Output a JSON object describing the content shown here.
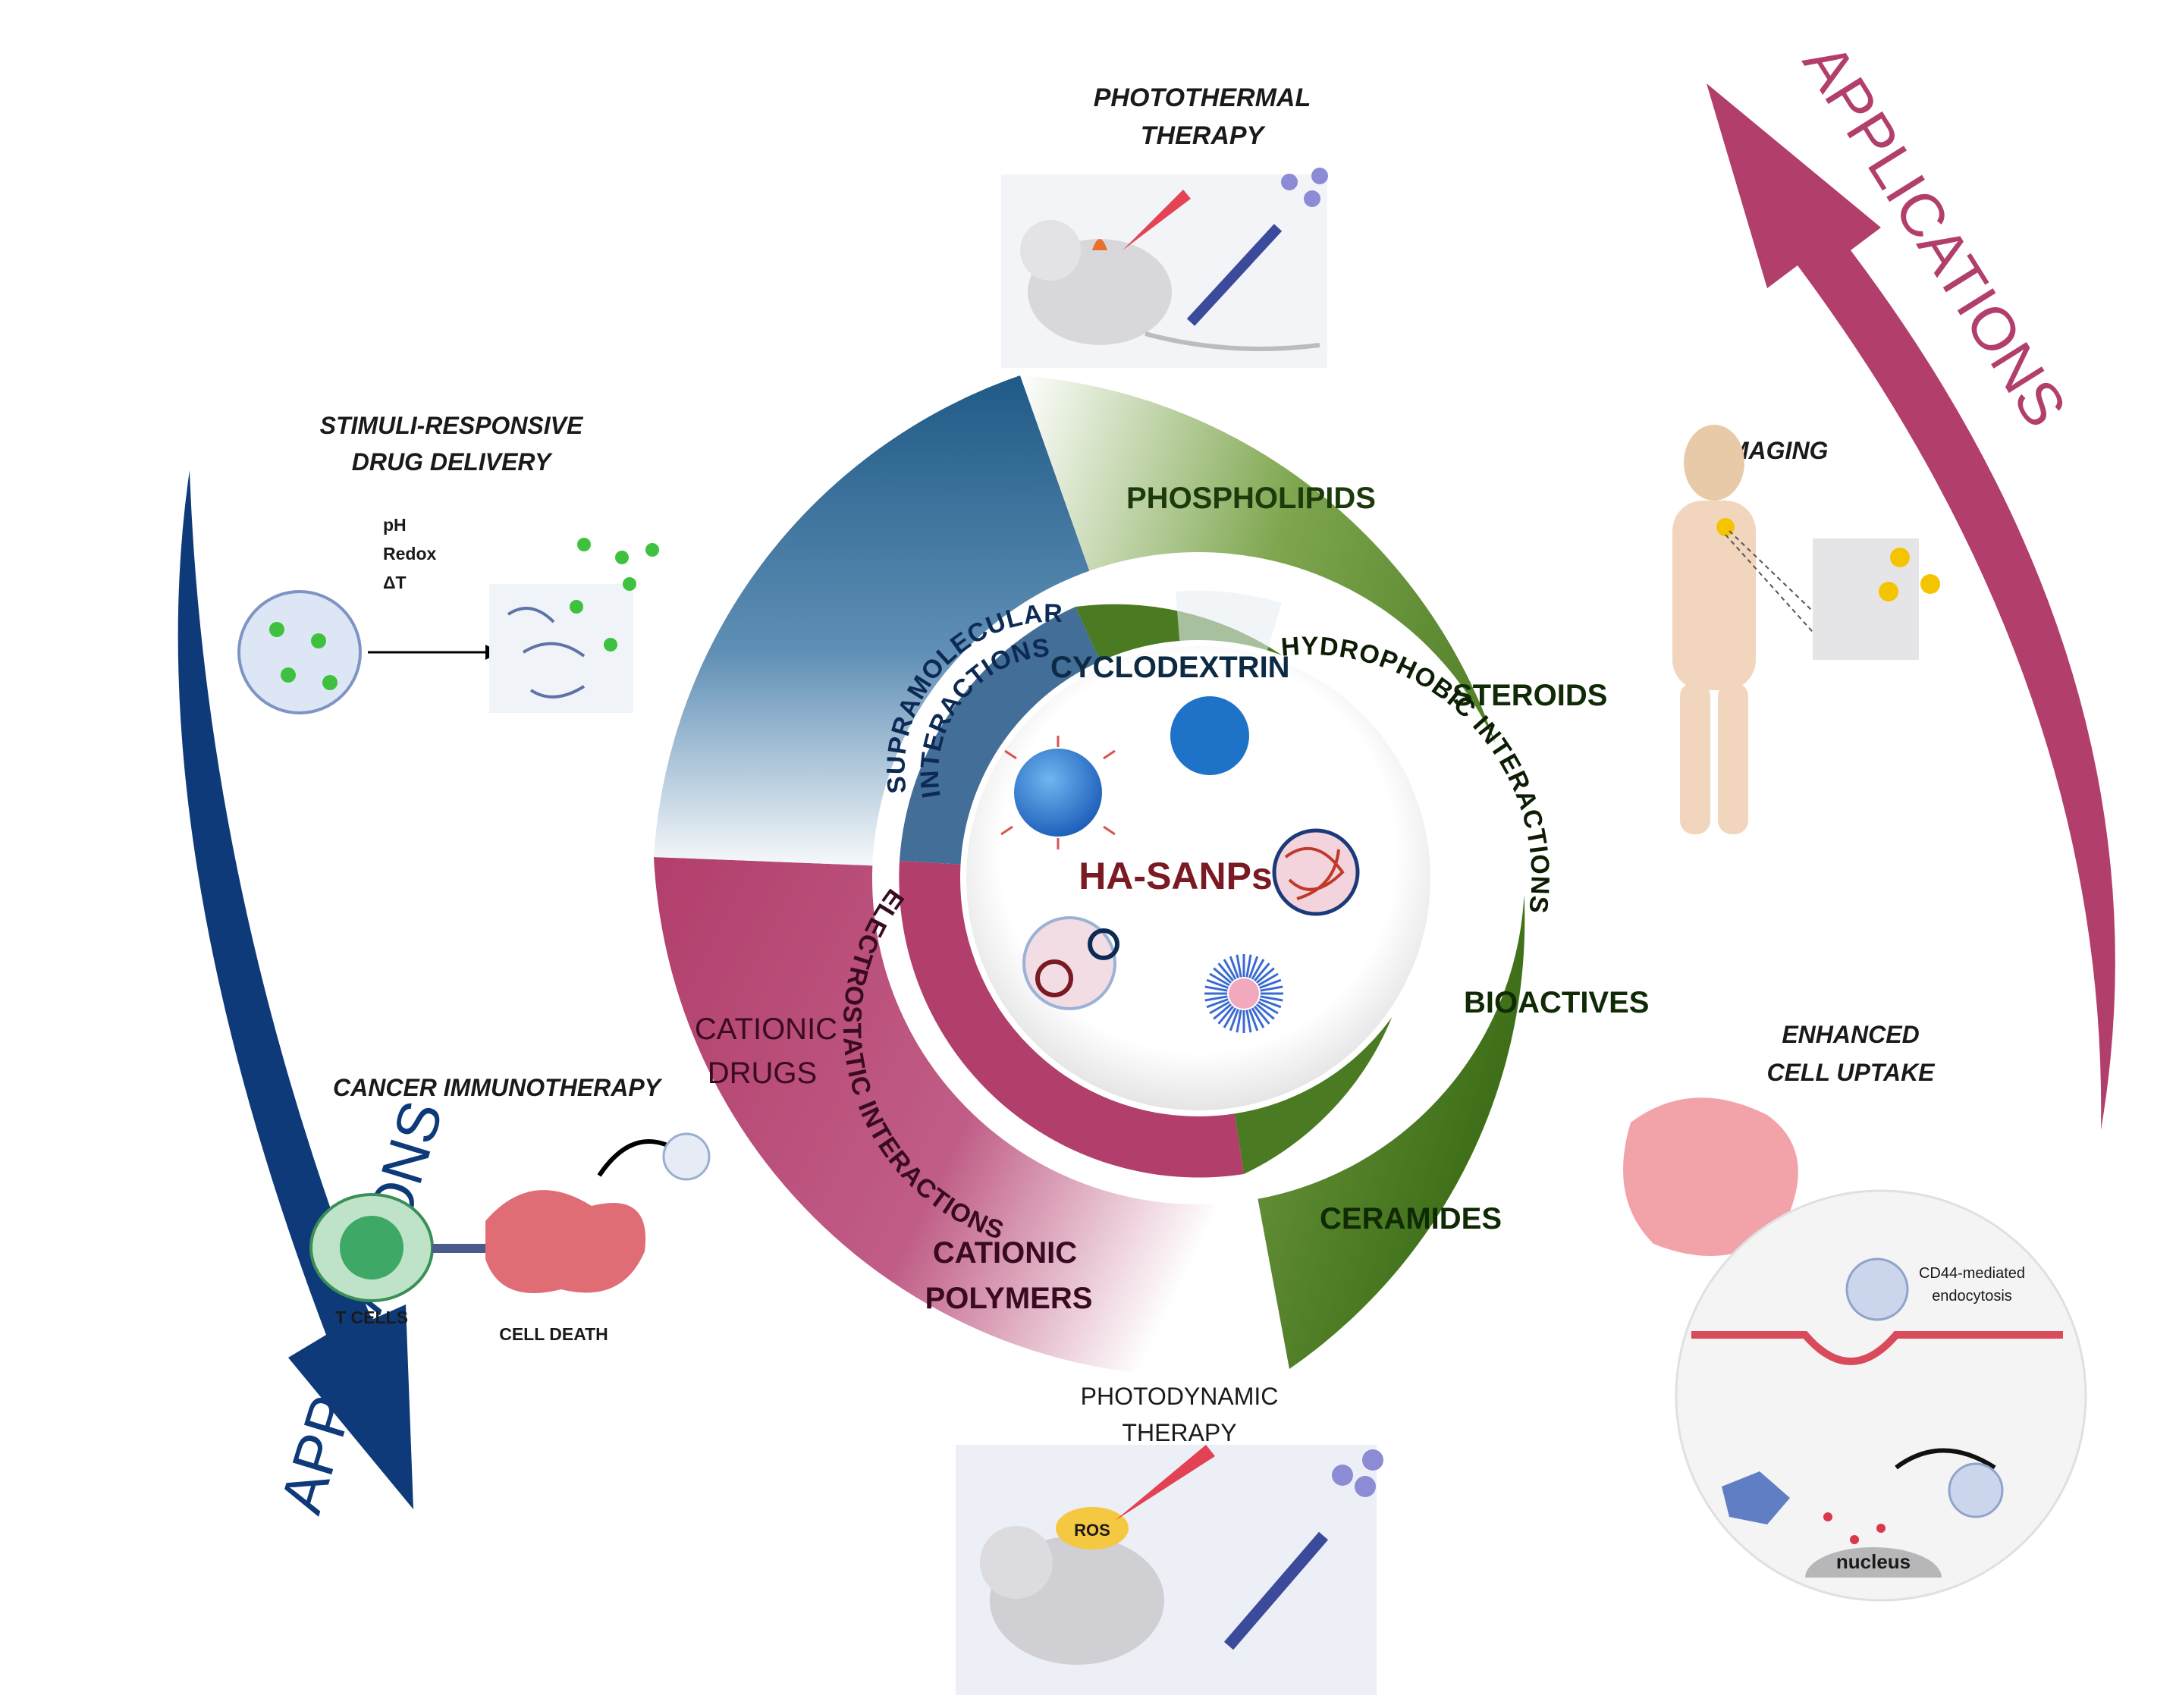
{
  "center": {
    "label": "HA-SANPs",
    "color": "#7a1a22"
  },
  "ring": {
    "colors": {
      "blue": "#1f5a86",
      "green": "#4a7a22",
      "pink": "#b23e6c"
    },
    "outer_segments": {
      "cyclodextrin": "CYCLODEXTRIN",
      "phospholipids": "PHOSPHOLIPIDS",
      "steroids": "STEROIDS",
      "bioactives": "BIOACTIVES",
      "ceramides": "CERAMIDES",
      "cationic_polymers": [
        "CATIONIC",
        "POLYMERS"
      ],
      "cationic_drugs": [
        "CATIONIC",
        "DRUGS"
      ]
    },
    "inner_bands": {
      "supramolecular": [
        "SUPRAMOLECULAR",
        "INTERACTIONS"
      ],
      "hydrophobic": "HYDROPHOBIC INTERACTIONS",
      "electrostatic": "ELECTROSTATIC INTERACTIONS"
    }
  },
  "applications": {
    "label": "APPLICATIONS",
    "left_arrow_color": "#0e3a7a",
    "right_arrow_color": "#b23e6c",
    "photothermal": [
      "PHOTOTHERMAL",
      "THERAPY"
    ],
    "photodynamic": [
      "PHOTODYNAMIC",
      "THERAPY"
    ],
    "stimuli": [
      "STIMULI-RESPONSIVE",
      "DRUG DELIVERY"
    ],
    "stimuli_triggers": [
      "pH",
      "Redox",
      "ΔT"
    ],
    "imaging": "IMAGING",
    "cancer_immuno": "CANCER IMMUNOTHERAPY",
    "t_cells": "T CELLS",
    "cell_death": "CELL DEATH",
    "enhanced_uptake": [
      "ENHANCED",
      "CELL UPTAKE"
    ],
    "cd44": [
      "CD44-mediated",
      "endocytosis"
    ],
    "nucleus": "nucleus",
    "ros": "ROS"
  }
}
